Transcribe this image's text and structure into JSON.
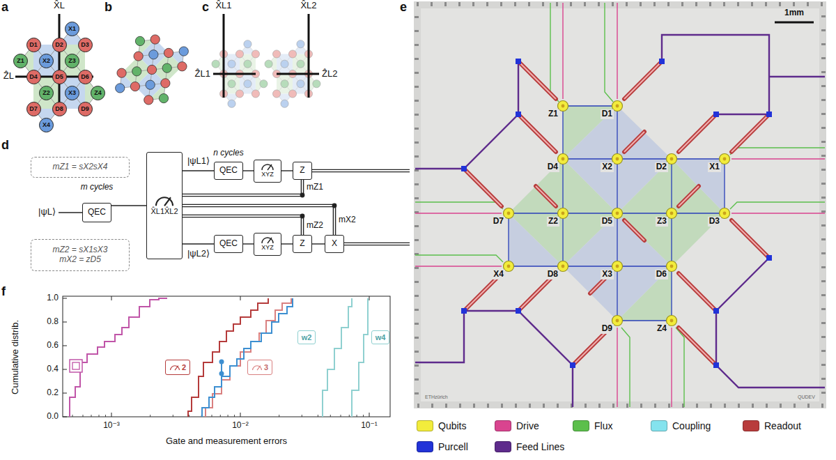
{
  "diagram": {
    "nodes": [
      {
        "text": [
          "X1"
        ]
      },
      {
        "text": [
          "D1"
        ]
      },
      {
        "text": [
          "D2"
        ]
      },
      {
        "text": [
          "D3"
        ]
      },
      {
        "text": [
          "Z1"
        ]
      },
      {
        "text": [
          "X2"
        ]
      },
      {
        "text": [
          "Z3"
        ]
      },
      {
        "text": [
          "D4"
        ]
      },
      {
        "text": [
          "D5"
        ]
      },
      {
        "text": [
          "D6"
        ]
      },
      {
        "text": [
          "Z2"
        ]
      },
      {
        "text": [
          "X3"
        ]
      },
      {
        "text": [
          "Z4"
        ]
      },
      {
        "text": [
          "D7"
        ]
      },
      {
        "text": [
          "D8"
        ]
      },
      {
        "text": [
          "D9"
        ]
      },
      {
        "text": [
          "X4"
        ]
      },
      {
        "text": [
          "mZ1 = sX2sX4"
        ]
      },
      {
        "text": [
          "QEC"
        ]
      },
      {
        "text": [
          "X̂L1X̂L2"
        ]
      },
      {
        "text": [
          "QEC"
        ]
      },
      {
        "text": [
          "XYZ"
        ]
      },
      {
        "text": [
          "Z"
        ]
      },
      {
        "text": [
          "mZ2 = sX1sX3",
          "mX2 = zD5"
        ]
      },
      {
        "text": [
          "QEC"
        ]
      },
      {
        "text": [
          "XYZ"
        ]
      },
      {
        "text": [
          "Z"
        ]
      },
      {
        "text": [
          "X"
        ]
      },
      {
        "text": [
          "2"
        ]
      },
      {
        "text": [
          "3"
        ]
      },
      {
        "text": [
          "w2"
        ]
      },
      {
        "text": [
          "w4"
        ]
      }
    ],
    "edges": [
      {
        "from": 18,
        "to": 19,
        "arrow": "none"
      },
      {
        "from": 19,
        "to": 20,
        "arrow": "none"
      },
      {
        "from": 20,
        "to": 21,
        "arrow": "none"
      },
      {
        "from": 21,
        "to": 22,
        "arrow": "none"
      },
      {
        "from": 19,
        "to": 24,
        "arrow": "none"
      },
      {
        "from": 24,
        "to": 25,
        "arrow": "none"
      },
      {
        "from": 25,
        "to": 26,
        "arrow": "none"
      },
      {
        "from": 26,
        "to": 27,
        "arrow": "none"
      },
      {
        "from": 19,
        "to": 22,
        "label": "mZ1",
        "arrow": "none"
      },
      {
        "from": 19,
        "to": 27,
        "label": "mX2",
        "arrow": "none"
      },
      {
        "from": 19,
        "to": 26,
        "label": "mZ2",
        "arrow": "none"
      }
    ],
    "labels": [
      "a",
      "b",
      "c",
      "d",
      "e",
      "f",
      "X̂L",
      "ẐL",
      "X̂L1",
      "X̂L2",
      "ẐL1",
      "ẐL2",
      "m cycles",
      "n cycles",
      "|ψL⟩",
      "|ψL1⟩",
      "|ψL2⟩",
      "Z1",
      "D1",
      "D4",
      "X2",
      "D2",
      "X1",
      "D7",
      "Z2",
      "D5",
      "Z3",
      "D3",
      "X4",
      "D8",
      "X3",
      "D6",
      "D9",
      "Z4",
      "1mm",
      "ETHzürich",
      "QUDEV",
      "1.0",
      "0.8",
      "0.6",
      "0.4",
      "0.2",
      "0.0",
      "10⁻³",
      "10⁻²",
      "10⁻¹",
      "Cumulative distrib.",
      "Gate and measurement errors"
    ],
    "legend": [
      {
        "text": "Qubits",
        "color": "#f2ec3c"
      },
      {
        "text": "Drive",
        "color": "#d9448f"
      },
      {
        "text": "Flux",
        "color": "#5cbf4c"
      },
      {
        "text": "Coupling",
        "color": "#84e3ee"
      },
      {
        "text": "Readout",
        "color": "#b83c3c"
      },
      {
        "text": "Purcell",
        "color": "#2233d8"
      },
      {
        "text": "Feed Lines",
        "color": "#5e2b8c"
      }
    ]
  }
}
